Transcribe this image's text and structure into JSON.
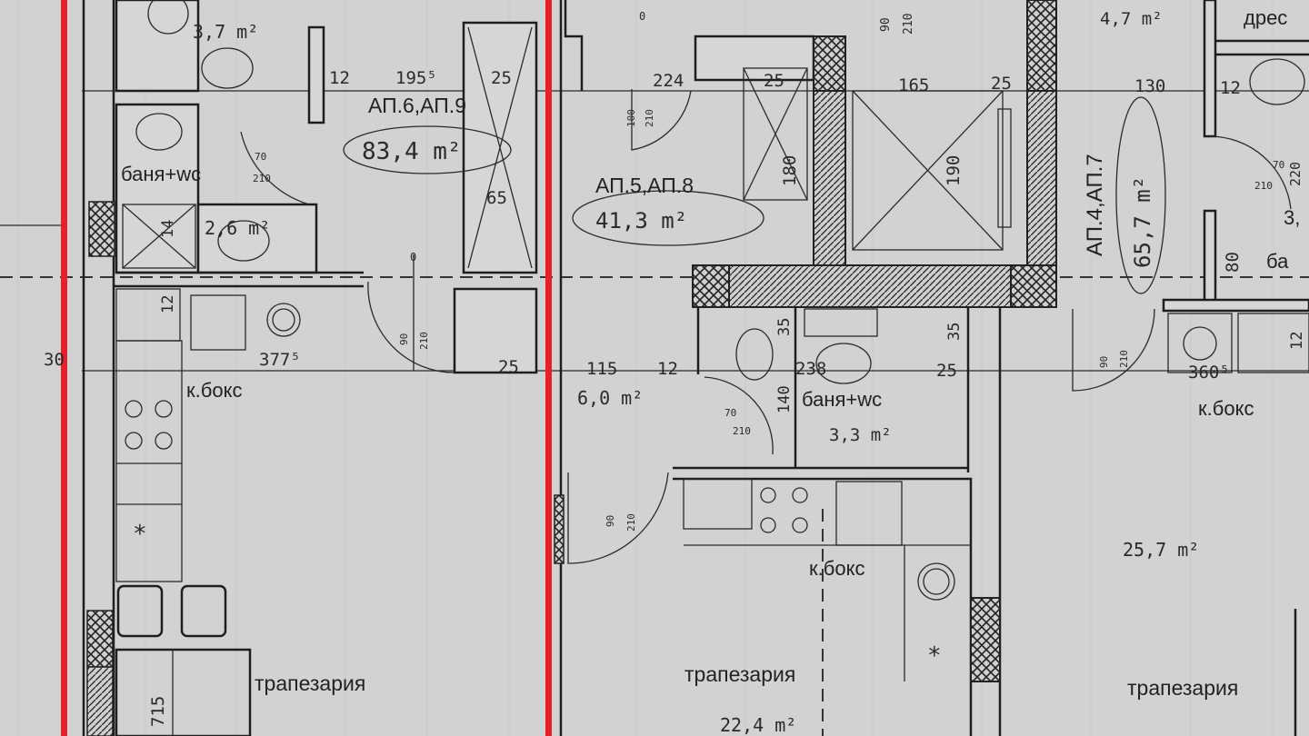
{
  "colors": {
    "background": "#d2d2d2",
    "lines": "#1e1e1e",
    "boundary_marker": "#e4202a"
  },
  "apartments": [
    {
      "label": "АП.6,АП.9",
      "area": "83,4 m²"
    },
    {
      "label": "АП.5,АП.8",
      "area": "41,3 m²"
    },
    {
      "label": "АП.4,АП.7",
      "area": "65,7 m²"
    }
  ],
  "rooms": {
    "left_wc_top_area": "3,7 m²",
    "left_bath_label": "баня+wc",
    "left_bath_area": "2,6 m²",
    "left_kitchen": "к.бокс",
    "left_dining": "трапезария",
    "mid_hall_area": "6,0 m²",
    "mid_bath_label": "баня+wc",
    "mid_bath_area": "3,3 m²",
    "mid_kitchen": "к.бокс",
    "mid_dining": "трапезария",
    "mid_living_area": "22,4 m²",
    "right_top_area": "4,7 m²",
    "right_dressing": "дрес",
    "right_partial_area": "3,",
    "right_bath_partial": "ба",
    "right_kitchen": "к.бокс",
    "right_living_area": "25,7 m²",
    "right_dining": "трапезария"
  },
  "dimensions": {
    "d12a": "12",
    "d195": "195⁵",
    "d25a": "25",
    "d70": "70",
    "d210a": "210",
    "d14": "14",
    "d65": "65",
    "d377": "377⁵",
    "d25b": "25",
    "d30": "30",
    "d715": "715",
    "d12b": "12",
    "d0a": "0",
    "d90a": "90",
    "d210b": "210",
    "d224": "224",
    "d25c": "25",
    "d165": "165",
    "d25d": "25",
    "d130": "130",
    "d12c": "12",
    "d180": "180",
    "d190": "190",
    "d90b": "90",
    "d210c": "210",
    "d100": "100",
    "d210d": "210",
    "d80": "80",
    "d115": "115",
    "d12d": "12",
    "d238": "238",
    "d25e": "25",
    "d35a": "35",
    "d35b": "35",
    "d140": "140",
    "d70b": "70",
    "d210e": "210",
    "d360": "360⁵",
    "d90c": "90",
    "d210f": "210",
    "d12e": "12",
    "d0b": "0",
    "d90d": "90",
    "d210g": "210",
    "d70c": "70",
    "d210h": "210",
    "d220": "220"
  }
}
